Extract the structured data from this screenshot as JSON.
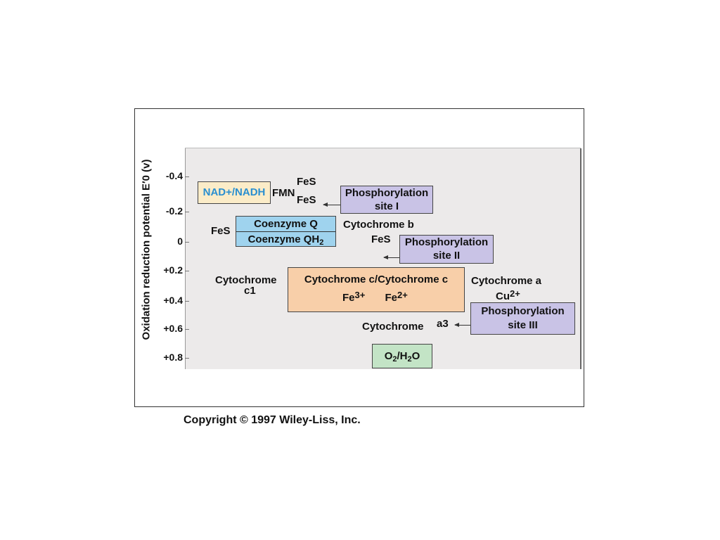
{
  "axis": {
    "title": "Oxidation reduction potential E′0 (v)",
    "ticks": [
      "-0.4",
      "-0.2",
      "0",
      "+0.2",
      "+0.4",
      "+0.6",
      "+0.8"
    ]
  },
  "boxes": {
    "nad": "NAD+/NADH",
    "coenzyme_q": "Coenzyme Q",
    "coenzyme_qh2_base": "Coenzyme QH",
    "coenzyme_qh2_sub": "2",
    "phos1_line1": "Phosphorylation",
    "phos1_line2": "site I",
    "phos2_line1": "Phosphorylation",
    "phos2_line2": "site II",
    "phos3_line1": "Phosphorylation",
    "phos3_line2": "site III",
    "cytc_title": "Cytochrome c/Cytochrome c",
    "fe3_base": "Fe",
    "fe3_sup": "3+",
    "fe2_base": "Fe",
    "fe2_sup": "2+",
    "o2_base1": "O",
    "o2_sub1": "2",
    "o2_mid": "/H",
    "o2_sub2": "2",
    "o2_end": "O"
  },
  "labels": {
    "fes_top": "FeS",
    "fmn": "FMN",
    "fes_under_fmn": "FeS",
    "fes_left_q": "FeS",
    "cytochrome_b": "Cytochrome b",
    "fes_under_b": "FeS",
    "cytochrome_c1_top": "Cytochrome",
    "cytochrome_c1_bottom": "c1",
    "cytochrome_a": "Cytochrome a",
    "cu_base": "Cu",
    "cu_sup": "2+",
    "cytochrome_a3": "Cytochrome",
    "a3": "a3"
  },
  "footer": {
    "copyright": "Copyright © 1997 Wiley-Liss, Inc."
  },
  "colors": {
    "nad_fill": "#fbecc8",
    "nad_text": "#2a8fd0",
    "coenzyme_fill": "#9fd3ee",
    "phos_fill": "#c9c3e6",
    "cytc_fill": "#f8cfa9",
    "o2_fill": "#c3e4c6",
    "plot_bg": "#eceaea"
  }
}
